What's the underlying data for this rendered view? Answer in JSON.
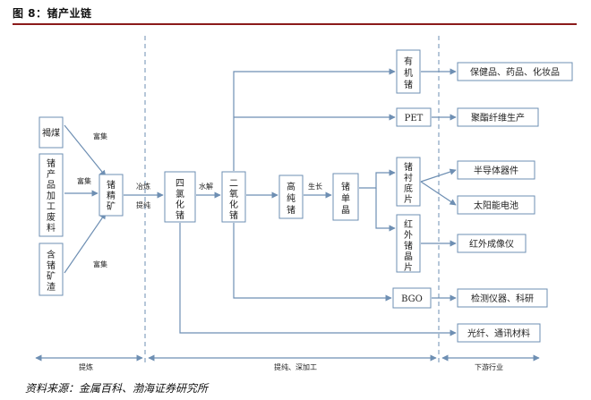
{
  "header": {
    "title": "图 8：锗产业链"
  },
  "diagram": {
    "colors": {
      "accent_line": "#6e8fb3",
      "header_rule": "#8b1a1a"
    },
    "sources": {
      "lignite": "褐煤",
      "waste": [
        "锗",
        "产",
        "品",
        "加",
        "工",
        "废",
        "料"
      ],
      "slag": [
        "含",
        "锗",
        "矿",
        "渣"
      ]
    },
    "enrich_labels": [
      "富集",
      "富集",
      "富集"
    ],
    "concentrate": [
      "锗",
      "精",
      "矿"
    ],
    "stage_texts": {
      "refine": "冶炼",
      "purify": "提纯",
      "hydrolysis": "水解",
      "growth": "生长"
    },
    "nodes": {
      "gecl4": [
        "四",
        "氯",
        "化",
        "锗"
      ],
      "geo2": [
        "二",
        "氧",
        "化",
        "锗"
      ],
      "high_pure": [
        "高",
        "纯",
        "锗"
      ],
      "single_crystal": [
        "锗",
        "单",
        "晶"
      ],
      "organic": [
        "有",
        "机",
        "锗"
      ],
      "pet": "PET",
      "substrate": [
        "锗",
        "衬",
        "底",
        "片"
      ],
      "ir_wafer": [
        "红",
        "外",
        "锗",
        "晶",
        "片"
      ],
      "bgo": "BGO"
    },
    "applications": {
      "health": "保健品、药品、化妆品",
      "polyester": "聚酯纤维生产",
      "semiconductor": "半导体器件",
      "solar": "太阳能电池",
      "ir_imager": "红外成像仪",
      "instruments": "检测仪器、科研",
      "fiber": "光纤、通讯材料"
    },
    "phases": {
      "mining": "提炼",
      "processing": "提纯、深加工",
      "downstream": "下游行业"
    }
  },
  "footer": {
    "source": "资料来源：金属百科、渤海证券研究所"
  }
}
